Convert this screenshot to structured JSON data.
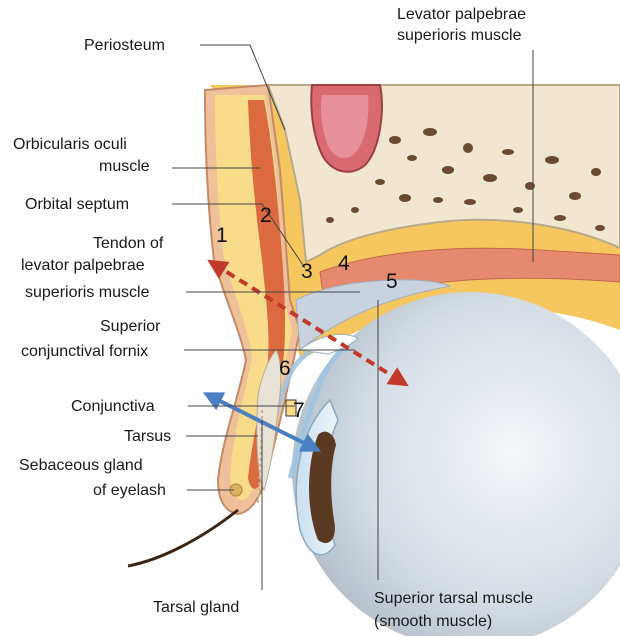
{
  "labels": {
    "levator_line1": "Levator palpebrae",
    "levator_line2": "superioris muscle",
    "periosteum": "Periosteum",
    "orbicularis_line1": "Orbicularis oculi",
    "orbicularis_line2": "muscle",
    "orbital_septum": "Orbital septum",
    "tendon_line1": "Tendon of",
    "tendon_line2": "levator palpebrae",
    "tendon_line3": "superioris muscle",
    "fornix_line1": "Superior",
    "fornix_line2": "conjunctival fornix",
    "conjunctiva": "Conjunctiva",
    "tarsus": "Tarsus",
    "sebaceous_line1": "Sebaceous gland",
    "sebaceous_line2": "of eyelash",
    "tarsal_gland": "Tarsal gland",
    "superior_tarsal_line1": "Superior tarsal muscle",
    "superior_tarsal_line2": "(smooth muscle)"
  },
  "markers": {
    "m1": "1",
    "m2": "2",
    "m3": "3",
    "m4": "4",
    "m5": "5",
    "m6": "6",
    "m7": "7"
  },
  "colors": {
    "fat": "#f5c75e",
    "fat_light": "#f8dc8a",
    "orbicularis": "#d9603a",
    "skin": "#efc19a",
    "levator": "#e58a6f",
    "bone_fill": "#f1e6cf",
    "bone_spots": "#6b4a32",
    "sinus": "#d96a70",
    "eyeball": "#cfd7df",
    "iris": "#5a3a22",
    "tendon": "#c9d3df",
    "conjunctiva": "#9cc4e4",
    "red_arrow": "#c0392b",
    "blue_arrow": "#4a7fc1"
  }
}
